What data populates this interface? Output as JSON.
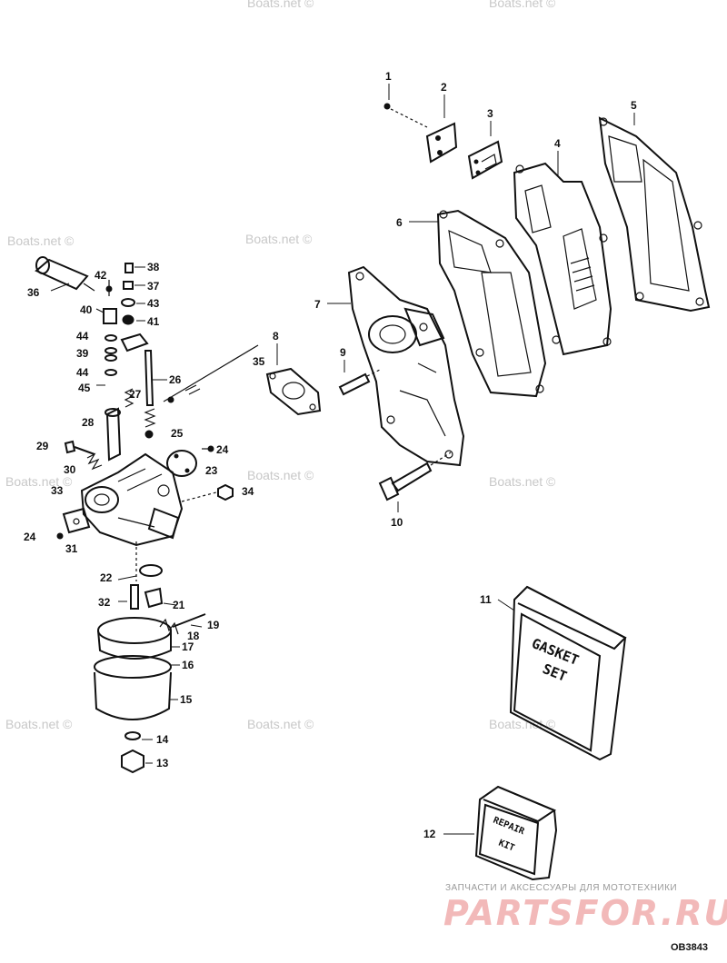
{
  "watermark": {
    "text": "Boats.net ©"
  },
  "callouts": {
    "n1": "1",
    "n2": "2",
    "n3": "3",
    "n4": "4",
    "n5": "5",
    "n6": "6",
    "n7": "7",
    "n8": "8",
    "n9": "9",
    "n10": "10",
    "n11": "11",
    "n12": "12",
    "n13": "13",
    "n14": "14",
    "n15": "15",
    "n16": "16",
    "n17": "17",
    "n18": "18",
    "n19": "19",
    "n21": "21",
    "n22": "22",
    "n23": "23",
    "n24a": "24",
    "n24b": "24",
    "n25": "25",
    "n26": "26",
    "n27": "27",
    "n28": "28",
    "n29": "29",
    "n30": "30",
    "n31": "31",
    "n32": "32",
    "n33": "33",
    "n34": "34",
    "n35": "35",
    "n36": "36",
    "n37": "37",
    "n38": "38",
    "n39": "39",
    "n40": "40",
    "n41": "41",
    "n42": "42",
    "n43": "43",
    "n44a": "44",
    "n44b": "44",
    "n45": "45"
  },
  "gasket_set": {
    "line1": "GASKET",
    "line2": "SET"
  },
  "repair_kit": {
    "line1": "REPAIR",
    "line2": "KIT"
  },
  "footer": {
    "tagline": "ЗАПЧАСТИ И АКСЕССУАРЫ ДЛЯ МОТОТЕХНИКИ",
    "brand": "PARTSFOR.RU",
    "code": "OB3843"
  }
}
